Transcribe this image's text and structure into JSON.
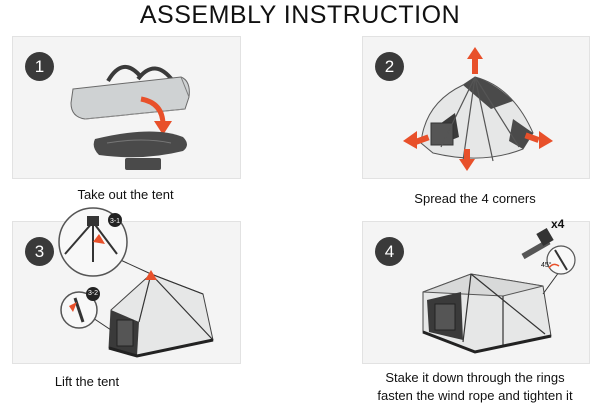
{
  "page": {
    "title": "ASSEMBLY INSTRUCTION"
  },
  "steps": [
    {
      "number": "1",
      "caption": "Take out the tent"
    },
    {
      "number": "2",
      "caption": "Spread the 4 corners"
    },
    {
      "number": "3",
      "caption": "Lift the tent",
      "callouts": [
        "3-1",
        "3-2"
      ]
    },
    {
      "number": "4",
      "caption_line1": "Stake it down through the rings",
      "caption_line2": "fasten the wind rope and tighten it",
      "stake_count": "x4",
      "stake_angle": "45°"
    }
  ],
  "colors": {
    "arrow": "#e8502a",
    "badge": "#3a3a3a",
    "fabric": "#cfd2d3",
    "dark": "#3f3f3f"
  }
}
